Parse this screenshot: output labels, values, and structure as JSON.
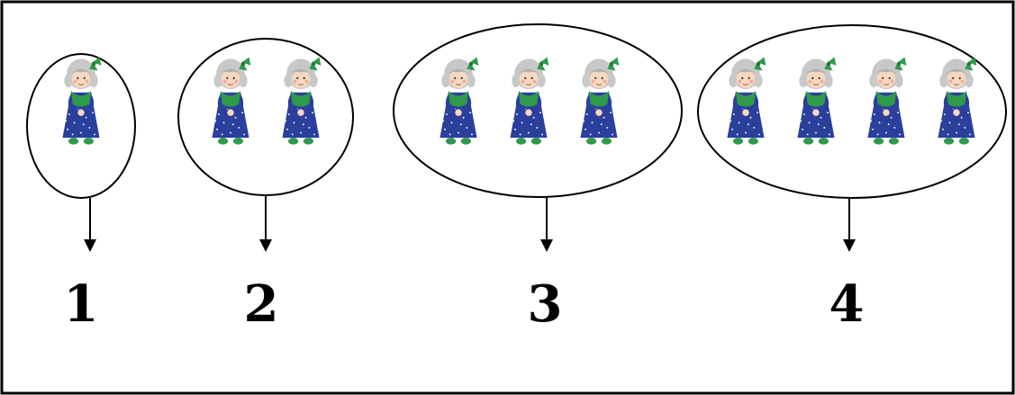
{
  "groups": [
    {
      "count": 1,
      "label": "1"
    },
    {
      "count": 2,
      "label": "2"
    },
    {
      "count": 3,
      "label": "3"
    },
    {
      "count": 4,
      "label": "4"
    }
  ],
  "figure": {
    "icon": "grandma-doll-icon",
    "colors": {
      "dress": "#2b3f9c",
      "hair": "#c8c8c8",
      "bow": "#2e9a4a",
      "skin": "#f6d7bf",
      "outline": "#000000"
    }
  }
}
